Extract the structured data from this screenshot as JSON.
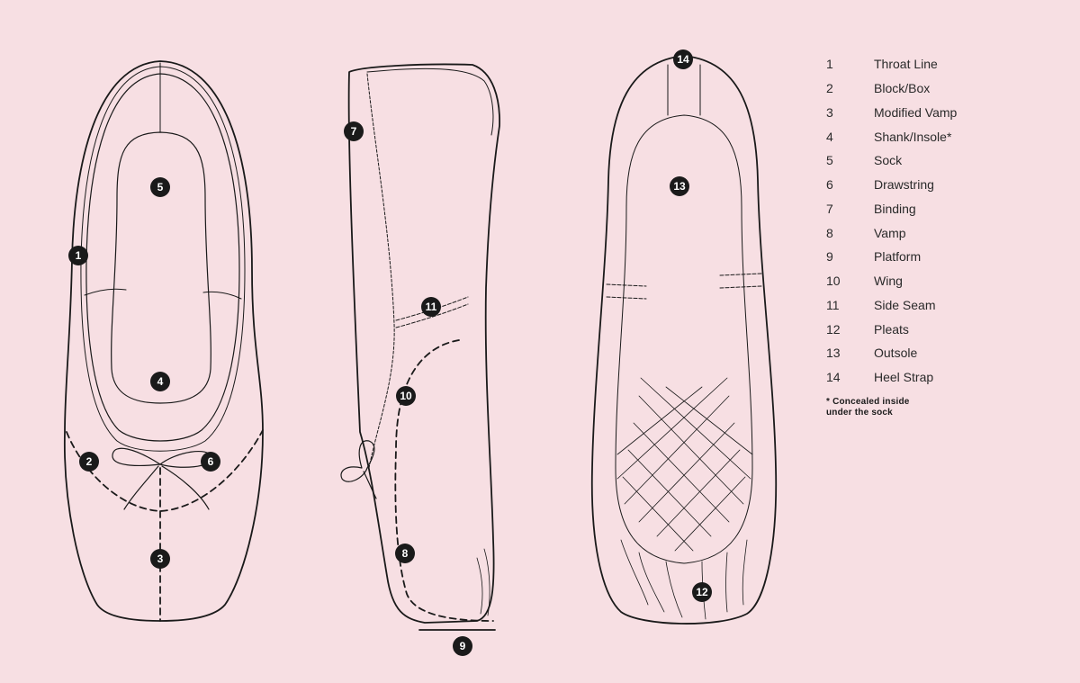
{
  "legend": [
    {
      "num": "1",
      "label": "Throat Line"
    },
    {
      "num": "2",
      "label": "Block/Box"
    },
    {
      "num": "3",
      "label": "Modified Vamp"
    },
    {
      "num": "4",
      "label": "Shank/Insole*"
    },
    {
      "num": "5",
      "label": "Sock"
    },
    {
      "num": "6",
      "label": "Drawstring"
    },
    {
      "num": "7",
      "label": "Binding"
    },
    {
      "num": "8",
      "label": "Vamp"
    },
    {
      "num": "9",
      "label": "Platform"
    },
    {
      "num": "10",
      "label": "Wing"
    },
    {
      "num": "11",
      "label": "Side Seam"
    },
    {
      "num": "12",
      "label": "Pleats"
    },
    {
      "num": "13",
      "label": "Outsole"
    },
    {
      "num": "14",
      "label": "Heel Strap"
    }
  ],
  "footnote": {
    "line1": "* Concealed inside",
    "line2": "under the sock"
  },
  "callouts": [
    "1",
    "2",
    "3",
    "4",
    "5",
    "6",
    "7",
    "8",
    "9",
    "10",
    "11",
    "12",
    "13",
    "14"
  ],
  "colors": {
    "background": "#f7dfe3",
    "line": "#1a1a1a",
    "callout_fill": "#1a1a1a",
    "callout_text": "#ffffff"
  }
}
